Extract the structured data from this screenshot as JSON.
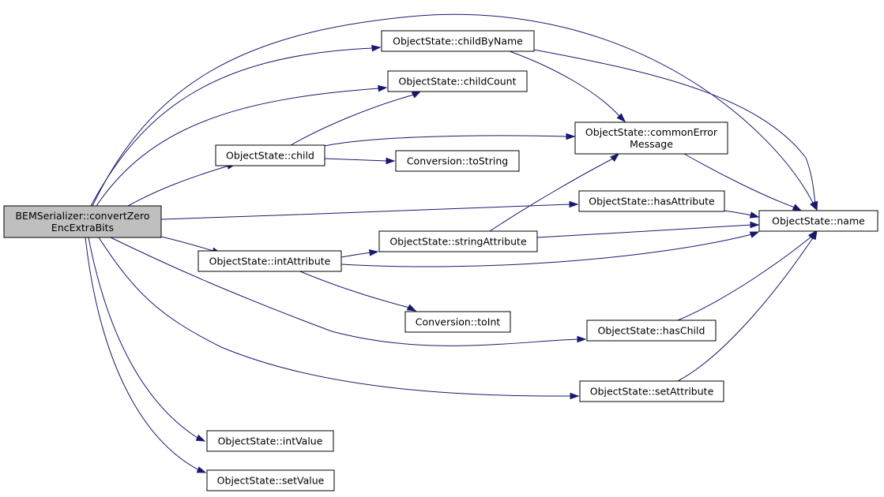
{
  "graph": {
    "colors": {
      "edge": "#191970",
      "root_fill": "#bfbfbf",
      "node_fill": "#ffffff",
      "border": "#000000"
    },
    "nodes": {
      "convert": {
        "lines": [
          "BEMSerializer::convertZero",
          "EncExtraBits"
        ]
      },
      "childByName": {
        "lines": [
          "ObjectState::childByName"
        ]
      },
      "childCount": {
        "lines": [
          "ObjectState::childCount"
        ]
      },
      "child": {
        "lines": [
          "ObjectState::child"
        ]
      },
      "commonError": {
        "lines": [
          "ObjectState::commonError",
          "Message"
        ]
      },
      "toString": {
        "lines": [
          "Conversion::toString"
        ]
      },
      "hasAttribute": {
        "lines": [
          "ObjectState::hasAttribute"
        ]
      },
      "name": {
        "lines": [
          "ObjectState::name"
        ]
      },
      "stringAttribute": {
        "lines": [
          "ObjectState::stringAttribute"
        ]
      },
      "intAttribute": {
        "lines": [
          "ObjectState::intAttribute"
        ]
      },
      "toInt": {
        "lines": [
          "Conversion::toInt"
        ]
      },
      "hasChild": {
        "lines": [
          "ObjectState::hasChild"
        ]
      },
      "setAttribute": {
        "lines": [
          "ObjectState::setAttribute"
        ]
      },
      "intValue": {
        "lines": [
          "ObjectState::intValue"
        ]
      },
      "setValue": {
        "lines": [
          "ObjectState::setValue"
        ]
      }
    },
    "edges": [
      [
        "convert",
        "childByName"
      ],
      [
        "convert",
        "childCount"
      ],
      [
        "convert",
        "child"
      ],
      [
        "convert",
        "hasAttribute"
      ],
      [
        "convert",
        "name"
      ],
      [
        "convert",
        "intAttribute"
      ],
      [
        "convert",
        "hasChild"
      ],
      [
        "convert",
        "setAttribute"
      ],
      [
        "convert",
        "intValue"
      ],
      [
        "convert",
        "setValue"
      ],
      [
        "childByName",
        "commonError"
      ],
      [
        "childByName",
        "name"
      ],
      [
        "child",
        "childCount"
      ],
      [
        "child",
        "commonError"
      ],
      [
        "child",
        "toString"
      ],
      [
        "commonError",
        "name"
      ],
      [
        "hasAttribute",
        "name"
      ],
      [
        "stringAttribute",
        "commonError"
      ],
      [
        "stringAttribute",
        "name"
      ],
      [
        "intAttribute",
        "stringAttribute"
      ],
      [
        "intAttribute",
        "name"
      ],
      [
        "intAttribute",
        "toInt"
      ],
      [
        "hasChild",
        "name"
      ],
      [
        "setAttribute",
        "name"
      ]
    ]
  }
}
